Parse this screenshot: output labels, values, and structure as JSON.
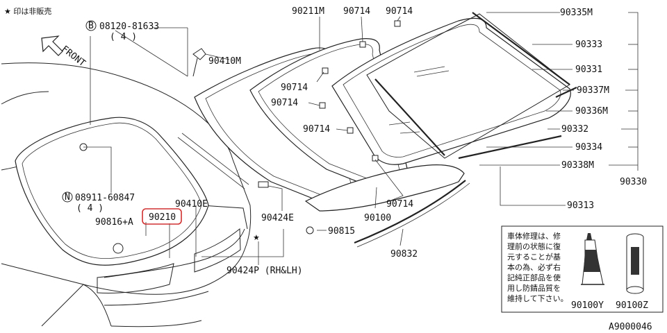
{
  "legend": {
    "star_note": "★ 印は非販売"
  },
  "front_label": "FRONT",
  "bolts": {
    "b": {
      "symbol": "B",
      "code": "08120-81633",
      "qty": "( 4 )"
    },
    "n": {
      "symbol": "N",
      "code": "08911-60847",
      "qty": "( 4 )"
    }
  },
  "parts": {
    "p90211M": "90211M",
    "p90714_a": "90714",
    "p90714_b": "90714",
    "p90714_c": "90714",
    "p90714_d": "90714",
    "p90714_e": "90714",
    "p90714_f": "90714",
    "p90410M": "90410M",
    "p90335M": "90335M",
    "p90333": "90333",
    "p90331": "90331",
    "p90337M": "90337M",
    "p90336M": "90336M",
    "p90332": "90332",
    "p90334": "90334",
    "p90338M": "90338M",
    "p90330": "90330",
    "p90313": "90313",
    "p90410E": "90410E",
    "p90210": "90210",
    "p90816A": "90816+A",
    "p90424E": "90424E",
    "p90815": "90815",
    "p90100": "90100",
    "p90832": "90832",
    "p90424P": "90424P (RH&LH)",
    "p90100Y": "90100Y",
    "p90100Z": "90100Z"
  },
  "note_box": {
    "lines": [
      "車体修理は、修",
      "理前の状態に復",
      "元することが基",
      "本の為、必ず右",
      "記純正部品を使",
      "用し防錆品質を",
      "維持して下さい。"
    ]
  },
  "diagram_id": "A9000046",
  "colors": {
    "highlight": "#d03030",
    "ink": "#222222"
  }
}
